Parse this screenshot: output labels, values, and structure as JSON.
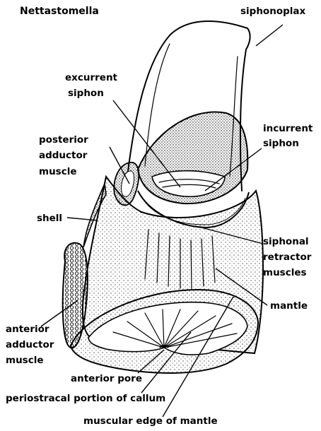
{
  "title": "Nettastomella",
  "labels": {
    "siphonoplax": "siphonoplax",
    "excurrent_1": "excurrent",
    "excurrent_2": "siphon",
    "incurrent_1": "incurrent",
    "incurrent_2": "siphon",
    "posterior_1": "posterior",
    "posterior_2": "adductor",
    "posterior_3": "muscle",
    "shell": "shell",
    "siphonal_1": "siphonal",
    "siphonal_2": "retractor",
    "siphonal_3": "muscles",
    "mantle": "mantle",
    "anterior_1": "anterior",
    "anterior_2": "adductor",
    "anterior_3": "muscle",
    "anterior_pore": "anterior pore",
    "periostracal": "periostracal portion of callum",
    "muscular_edge": "muscular edge of mantle"
  }
}
